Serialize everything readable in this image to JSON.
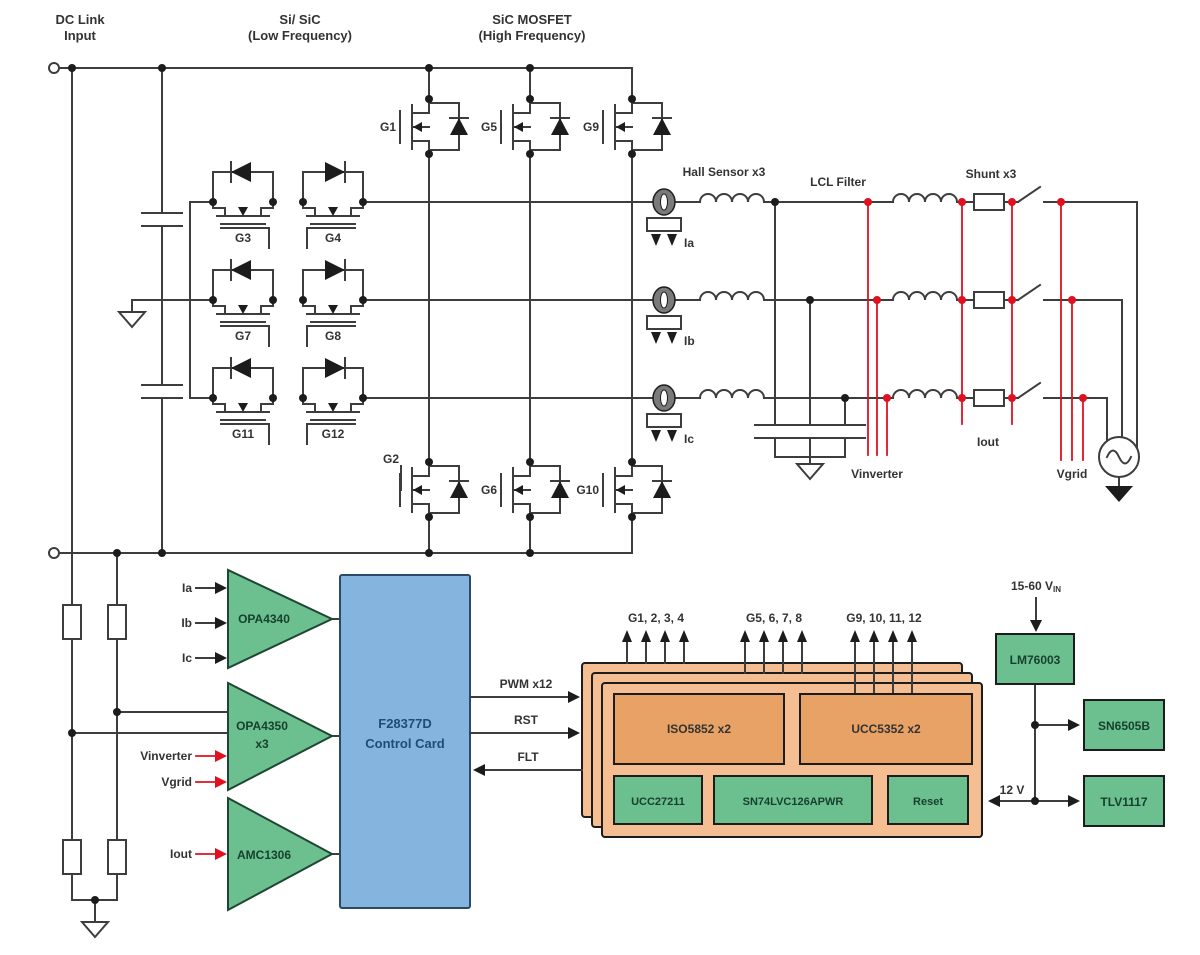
{
  "headers": {
    "dc1": "DC Link",
    "dc2": "Input",
    "si1": "Si/ SiC",
    "si2": "(Low Frequency)",
    "sic1": "SiC MOSFET",
    "sic2": "(High Frequency)",
    "hall": "Hall Sensor x3",
    "lcl": "LCL Filter",
    "shunt": "Shunt x3"
  },
  "gates": {
    "g1": "G1",
    "g2": "G2",
    "g3": "G3",
    "g4": "G4",
    "g5": "G5",
    "g6": "G6",
    "g7": "G7",
    "g8": "G8",
    "g9": "G9",
    "g10": "G10",
    "g11": "G11",
    "g12": "G12"
  },
  "phases": {
    "ia": "Ia",
    "ib": "Ib",
    "ic": "Ic"
  },
  "sense": {
    "vinverter": "Vinverter",
    "iout": "Iout",
    "vgrid": "Vgrid"
  },
  "amps": {
    "opa4340": "OPA4340",
    "opa4350": "OPA4350",
    "opa4350_qty": "x3",
    "amc1306": "AMC1306",
    "in_ia": "Ia",
    "in_ib": "Ib",
    "in_ic": "Ic",
    "in_vinverter": "Vinverter",
    "in_vgrid": "Vgrid",
    "in_iout": "Iout"
  },
  "controller": {
    "line1": "F28377D",
    "line2": "Control Card"
  },
  "signals": {
    "pwm": "PWM x12",
    "rst": "RST",
    "flt": "FLT"
  },
  "gate_groups": {
    "g1_4": "G1, 2, 3, 4",
    "g5_8": "G5, 6, 7, 8",
    "g9_12": "G9, 10, 11, 12"
  },
  "drivers": {
    "iso": "ISO5852 x2",
    "ucc5352": "UCC5352 x2",
    "ucc27211": "UCC27211",
    "sn74": "SN74LVC126APWR",
    "reset": "Reset"
  },
  "power": {
    "vin": "15-60 V",
    "vin_sub": "IN",
    "lm76003": "LM76003",
    "sn6505b": "SN6505B",
    "tlv1117": "TLV1117",
    "v12": "12 V"
  },
  "colors": {
    "wire": "#3d3d3d",
    "red": "#e01020",
    "green": "#6cc08f",
    "card": "#f5bd92",
    "chip": "#e8a266",
    "blue": "#85b5de"
  }
}
